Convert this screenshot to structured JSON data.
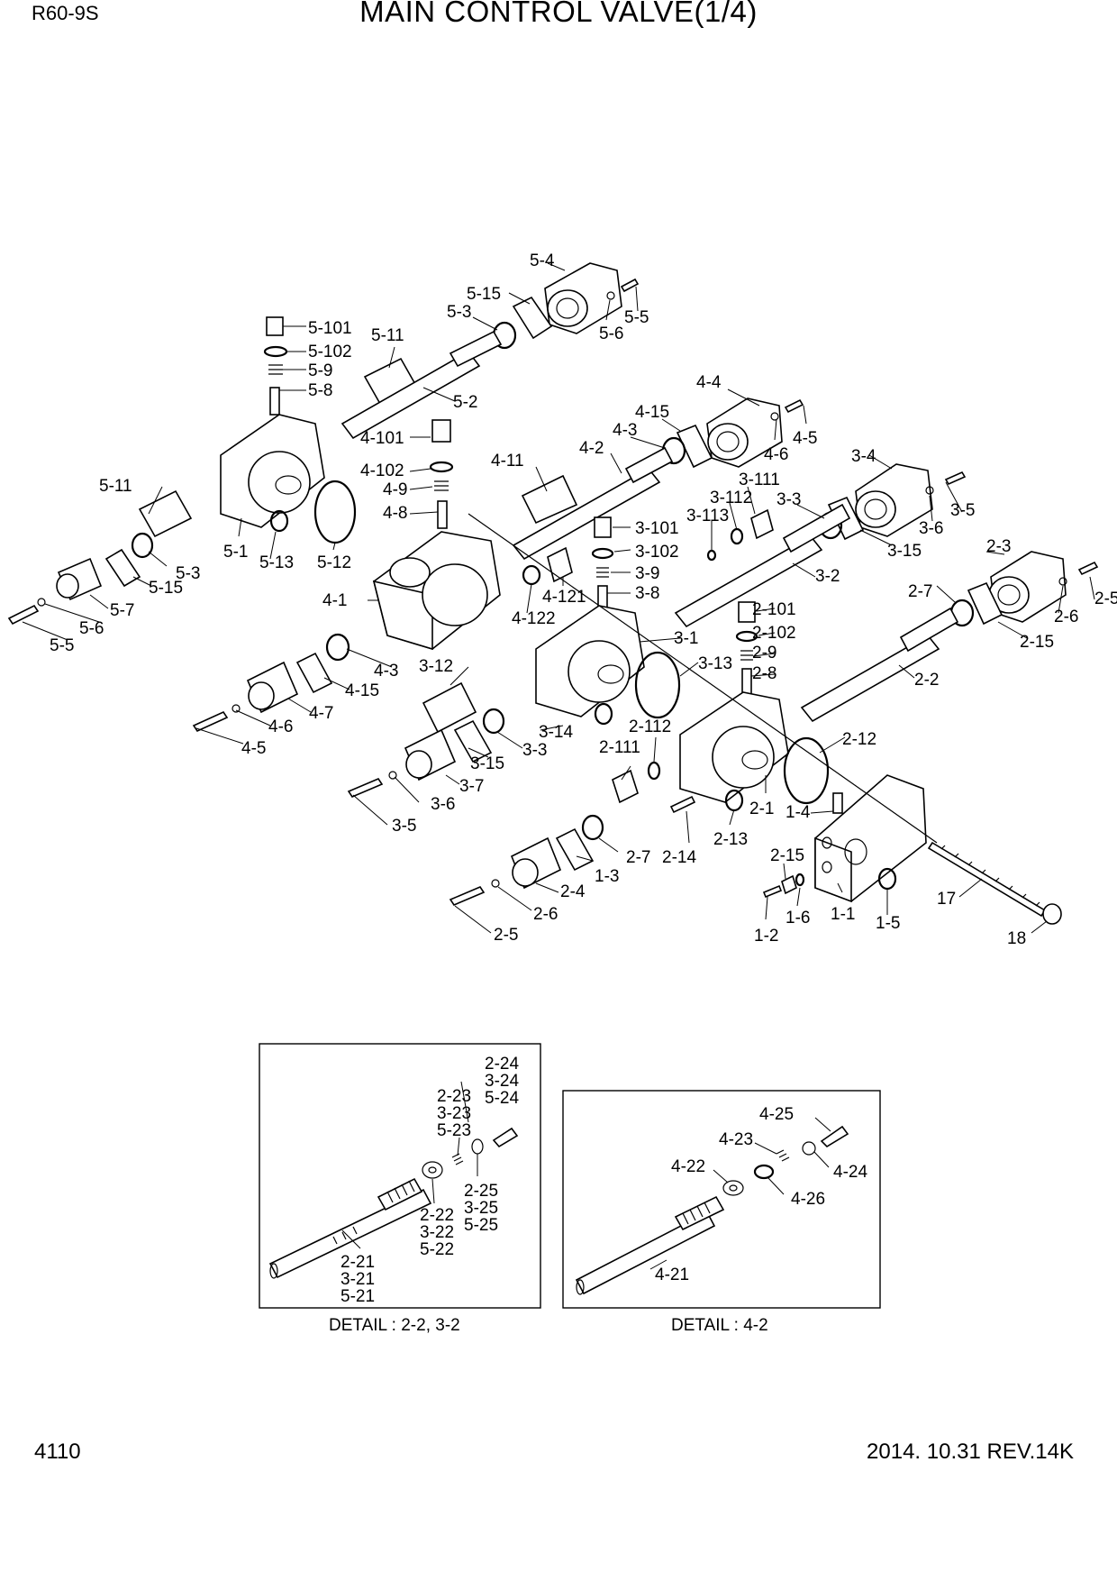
{
  "header": {
    "model": "R60-9S",
    "title": "MAIN CONTROL VALVE(1/4)"
  },
  "footer": {
    "page_number": "4110",
    "revision": "2014. 10.31  REV.14K"
  },
  "details": {
    "detail1_caption": "DETAIL : 2-2, 3-2",
    "detail2_caption": "DETAIL : 4-2"
  },
  "callouts": [
    "5-4",
    "5-15",
    "5-3",
    "5-6",
    "5-5",
    "5-101",
    "5-11",
    "5-102",
    "5-9",
    "5-8",
    "5-2",
    "4-4",
    "4-15",
    "4-3",
    "4-101",
    "4-6",
    "4-5",
    "4-102",
    "4-11",
    "4-2",
    "4-9",
    "4-8",
    "5-11",
    "5-1",
    "5-13",
    "5-12",
    "5-3",
    "5-15",
    "5-7",
    "5-6",
    "5-5",
    "3-4",
    "3-111",
    "3-112",
    "3-113",
    "3-3",
    "3-5",
    "3-6",
    "3-101",
    "3-15",
    "3-102",
    "3-2",
    "4-121",
    "3-9",
    "3-8",
    "4-122",
    "4-1",
    "2-3",
    "2-7",
    "2-101",
    "2-5",
    "2-6",
    "2-15",
    "2-102",
    "3-1",
    "4-3",
    "4-15",
    "3-12",
    "3-13",
    "2-9",
    "2-8",
    "2-2",
    "4-7",
    "4-6",
    "4-5",
    "3-14",
    "2-112",
    "2-12",
    "3-3",
    "2-111",
    "3-15",
    "3-7",
    "3-6",
    "3-5",
    "2-1",
    "1-4",
    "2-13",
    "2-14",
    "2-7",
    "2-15",
    "1-3",
    "2-4",
    "1-6",
    "1-1",
    "1-5",
    "17",
    "2-6",
    "1-2",
    "18",
    "2-5"
  ],
  "detail1_labels": {
    "a24": [
      "2-24",
      "3-24",
      "5-24"
    ],
    "a23": [
      "2-23",
      "3-23",
      "5-23"
    ],
    "a25": [
      "2-25",
      "3-25",
      "5-25"
    ],
    "a22": [
      "2-22",
      "3-22",
      "5-22"
    ],
    "a21": [
      "2-21",
      "3-21",
      "5-21"
    ]
  },
  "detail2_labels": [
    "4-25",
    "4-23",
    "4-24",
    "4-22",
    "4-26",
    "4-21"
  ]
}
